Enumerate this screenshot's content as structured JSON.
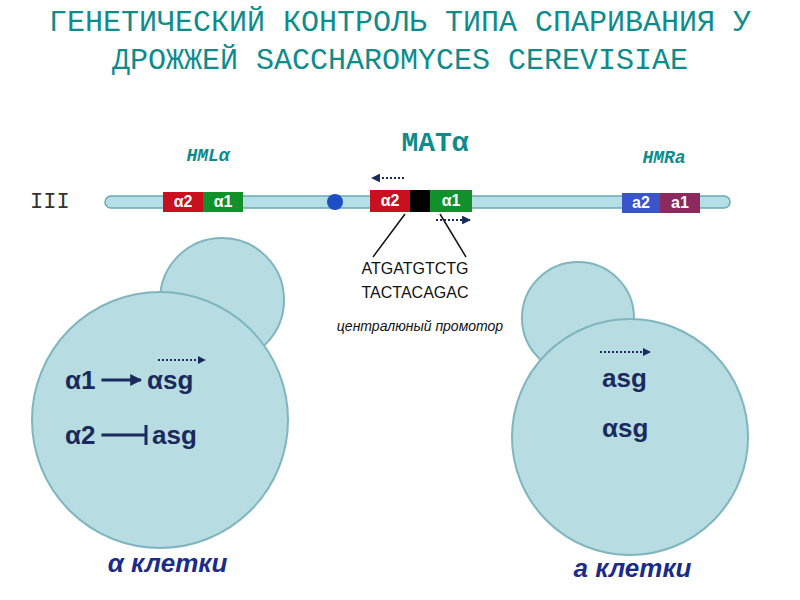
{
  "diagram": {
    "title": "ГЕНЕТИЧЕСКИЙ КОНТРОЛЬ ТИПА СПАРИВАНИЯ У ДРОЖЖЕЙ SACCHAROMYCES CEREVISIAE",
    "nodes": [
      {
        "text": [
          "α2"
        ]
      },
      {
        "text": [
          "α1"
        ]
      },
      {
        "text": [
          "α2"
        ]
      },
      {
        "text": [
          "α1"
        ]
      },
      {
        "text": [
          "a2"
        ]
      },
      {
        "text": [
          "a1"
        ]
      },
      {
        "text": [
          "α клетки"
        ]
      },
      {
        "text": [
          "α1"
        ],
        "in": 6
      },
      {
        "text": [
          "αsg"
        ],
        "in": 6
      },
      {
        "text": [
          "α2"
        ],
        "in": 6
      },
      {
        "text": [
          "asg"
        ],
        "in": 6
      },
      {
        "text": [
          "a клетки"
        ]
      },
      {
        "text": [
          "asg"
        ],
        "in": 11
      },
      {
        "text": [
          "αsg"
        ],
        "in": 11
      }
    ],
    "edges": [
      {
        "from": 7,
        "to": 8,
        "arrow": "to"
      },
      {
        "from": 9,
        "to": 10,
        "arrow": "none"
      }
    ],
    "labels": [
      "HMLα",
      "MATα",
      "HMRa",
      "III",
      "ATGATGTCTG",
      "TACTACAGAC",
      "централюный промотор"
    ]
  }
}
